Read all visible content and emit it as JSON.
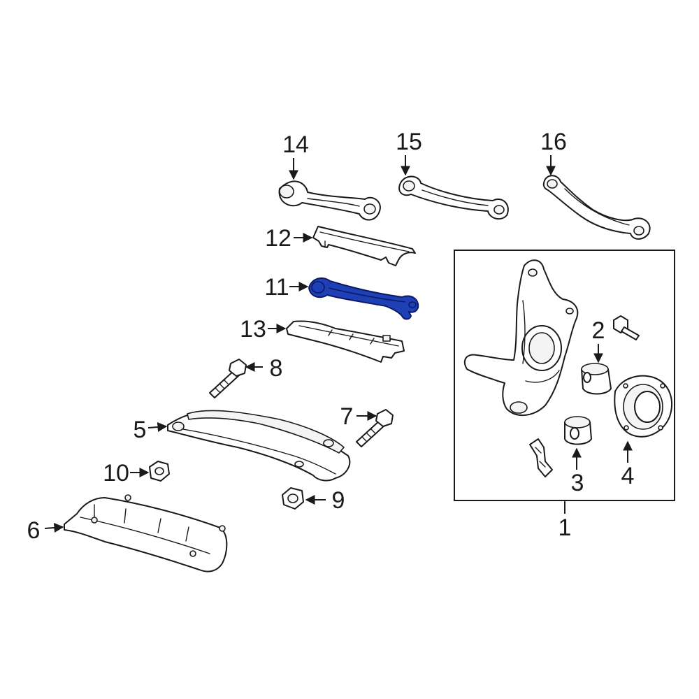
{
  "highlight_color": "#1f3fb5",
  "callouts": {
    "c1": "1",
    "c2": "2",
    "c3": "3",
    "c4": "4",
    "c5": "5",
    "c6": "6",
    "c7": "7",
    "c8": "8",
    "c9": "9",
    "c10": "10",
    "c11": "11",
    "c12": "12",
    "c13": "13",
    "c14": "14",
    "c15": "15",
    "c16": "16"
  }
}
